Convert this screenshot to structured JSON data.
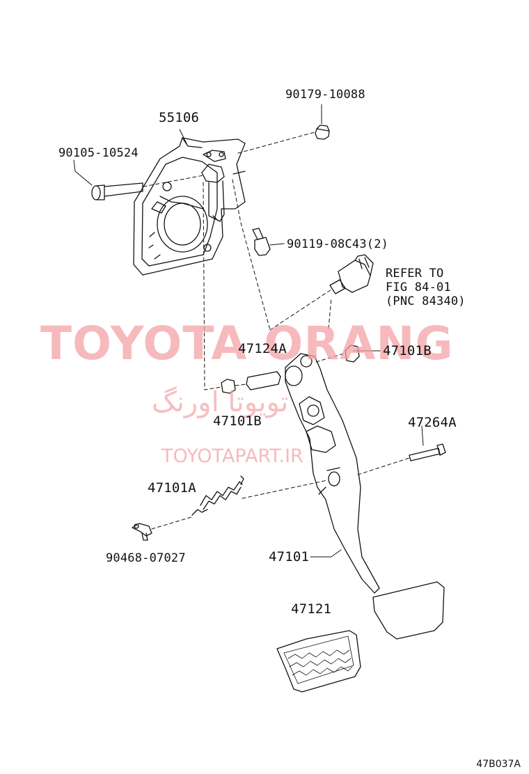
{
  "watermark": {
    "main": "TOYOTA ORANG",
    "persian": "تویوتا اورنگ",
    "site": "TOYOTAPART.IR"
  },
  "labels": {
    "p90179": "90179-10088",
    "p55106": "55106",
    "p90105": "90105-10524",
    "p90119": "90119-08C43(2)",
    "refer1": "REFER TO",
    "refer2": "FIG 84-01",
    "refer3": "(PNC 84340)",
    "p47124A": "47124A",
    "p47101B_top": "47101B",
    "p47101B_left": "47101B",
    "p47264A": "47264A",
    "p47101A": "47101A",
    "p90468": "90468-07027",
    "p47101": "47101",
    "p47121": "47121"
  },
  "diagram_code": "47B037A"
}
